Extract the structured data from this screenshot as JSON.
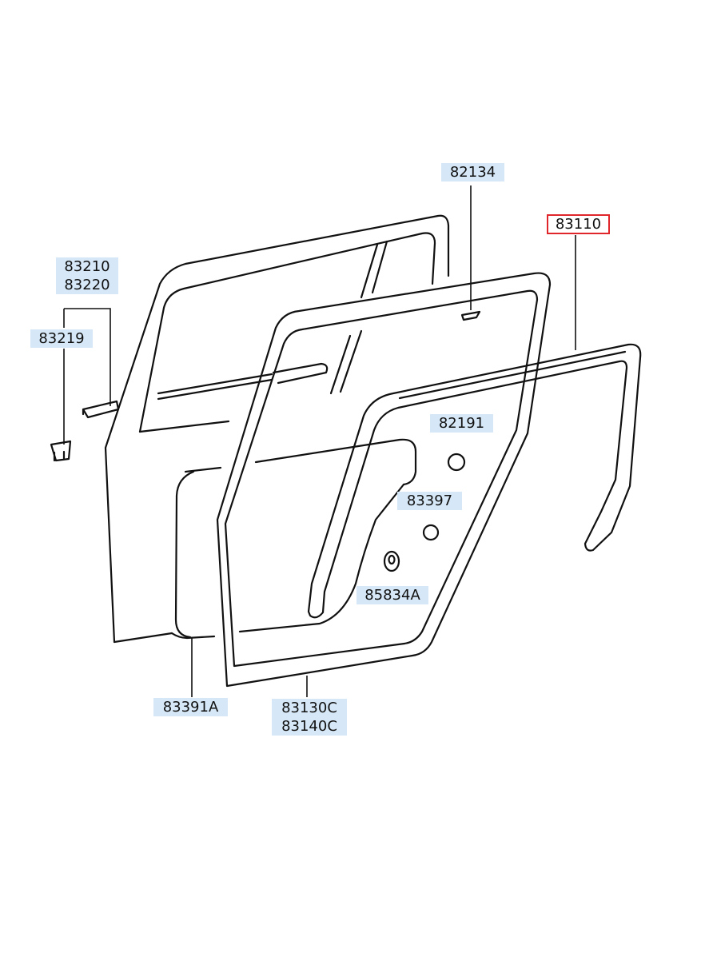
{
  "diagram": {
    "highlight_color": "#d6e8f7",
    "selected_color": "#e0262b",
    "callouts": {
      "c82134": {
        "lines": [
          "82134"
        ]
      },
      "c83110": {
        "lines": [
          "83110"
        ],
        "selected": true
      },
      "c83210": {
        "lines": [
          "83210",
          "83220"
        ]
      },
      "c83219": {
        "lines": [
          "83219"
        ]
      },
      "c82191": {
        "lines": [
          "82191"
        ]
      },
      "c83397": {
        "lines": [
          "83397"
        ]
      },
      "c85834A": {
        "lines": [
          "85834A"
        ]
      },
      "c83391A": {
        "lines": [
          "83391A"
        ]
      },
      "c83130C": {
        "lines": [
          "83130C",
          "83140C"
        ]
      }
    }
  }
}
